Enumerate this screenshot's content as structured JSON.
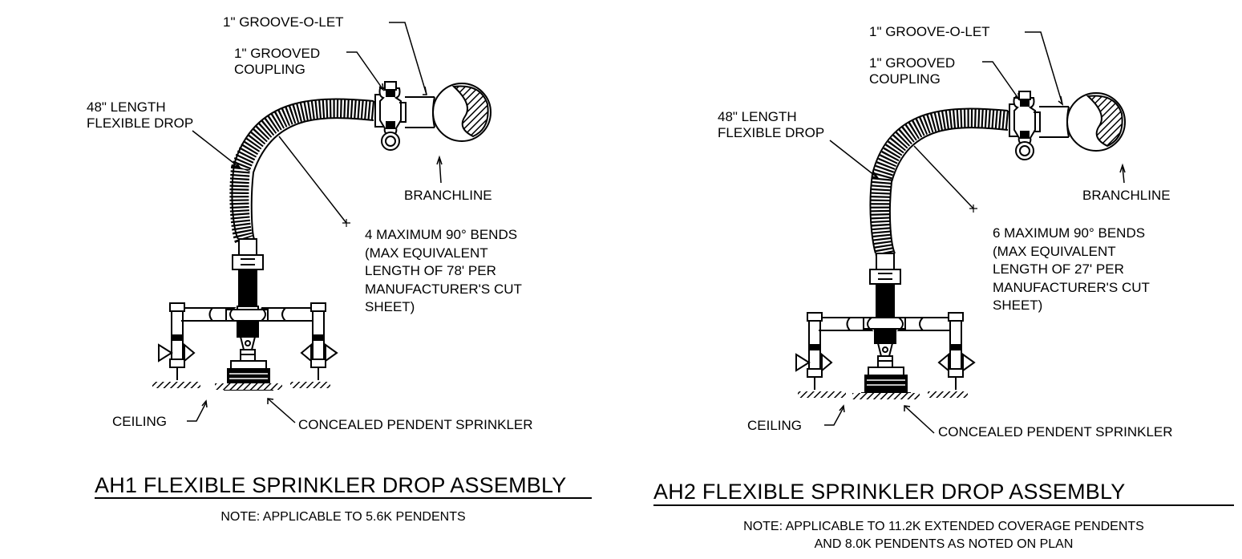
{
  "details": [
    {
      "labels": {
        "groove_o_let": "1\" GROOVE-O-LET",
        "grooved_coupling": "1\" GROOVED\nCOUPLING",
        "flexible_drop": "48\" LENGTH\nFLEXIBLE DROP",
        "branchline": "BRANCHLINE",
        "bends": "4 MAXIMUM 90° BENDS\n(MAX EQUIVALENT\nLENGTH OF 78' PER\nMANUFACTURER'S CUT\nSHEET)",
        "ceiling": "CEILING",
        "sprinkler": "CONCEALED PENDENT SPRINKLER"
      },
      "title": "AH1 FLEXIBLE SPRINKLER DROP ASSEMBLY",
      "note": "NOTE: APPLICABLE TO 5.6K PENDENTS"
    },
    {
      "labels": {
        "groove_o_let": "1\" GROOVE-O-LET",
        "grooved_coupling": "1\" GROOVED\nCOUPLING",
        "flexible_drop": "48\" LENGTH\nFLEXIBLE DROP",
        "branchline": "BRANCHLINE",
        "bends": "6 MAXIMUM 90° BENDS\n(MAX EQUIVALENT\nLENGTH OF 27' PER\nMANUFACTURER'S CUT\nSHEET)",
        "ceiling": "CEILING",
        "sprinkler": "CONCEALED PENDENT SPRINKLER"
      },
      "title": "AH2 FLEXIBLE SPRINKLER DROP ASSEMBLY",
      "note": "NOTE: APPLICABLE TO 11.2K EXTENDED COVERAGE PENDENTS\nAND 8.0K PENDENTS AS NOTED ON PLAN"
    }
  ]
}
